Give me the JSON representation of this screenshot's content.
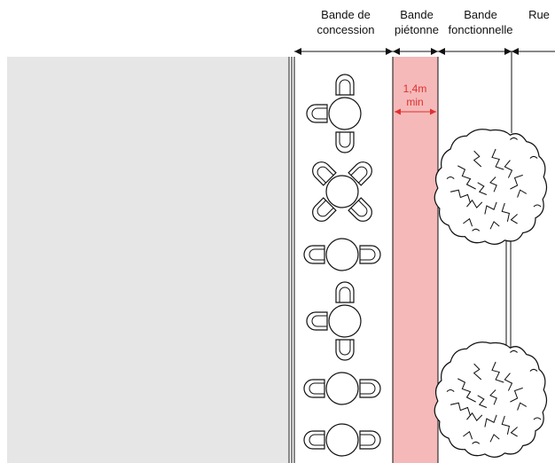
{
  "headers": {
    "concession": "Bande de concession",
    "pietonne": "Bande piétonne",
    "fonctionnelle": "Bande fonctionnelle",
    "rue": "Rue"
  },
  "dimension": {
    "value": "1,4m",
    "qualifier": "min",
    "color": "#e03030"
  },
  "colors": {
    "building": "#e6e6e6",
    "pedestrian_band": "#f5b9b9",
    "line": "#111111"
  },
  "icons": {
    "furniture": "cafe-table-with-chairs",
    "trees": "tree-canopy"
  }
}
